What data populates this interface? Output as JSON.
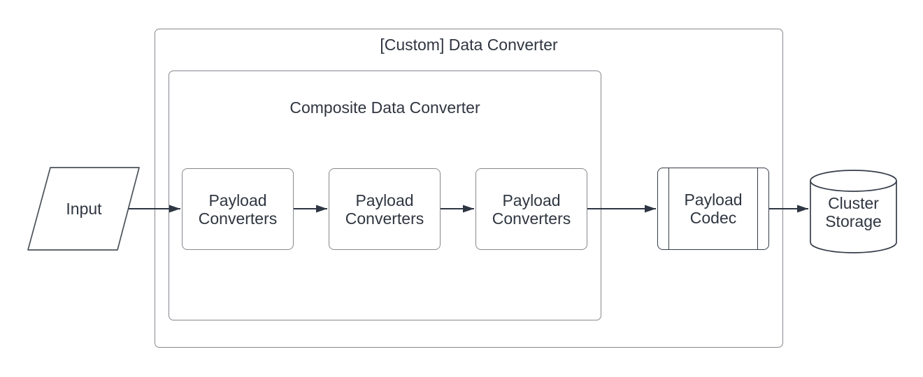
{
  "diagram": {
    "containers": [
      {
        "id": "custom-data-converter",
        "label": "[Custom] Data Converter"
      },
      {
        "id": "composite-data-converter",
        "label": "Composite Data Converter"
      }
    ],
    "nodes": [
      {
        "id": "input",
        "shape": "parallelogram",
        "label": "Input"
      },
      {
        "id": "payload-converters-1",
        "shape": "rounded-rect",
        "label": "Payload Converters"
      },
      {
        "id": "payload-converters-2",
        "shape": "rounded-rect",
        "label": "Payload Converters"
      },
      {
        "id": "payload-converters-3",
        "shape": "rounded-rect",
        "label": "Payload Converters"
      },
      {
        "id": "payload-codec",
        "shape": "process",
        "label": "Payload Codec"
      },
      {
        "id": "cluster-storage",
        "shape": "cylinder",
        "label": "Cluster Storage"
      }
    ],
    "edges": [
      {
        "from": "input",
        "to": "payload-converters-1"
      },
      {
        "from": "payload-converters-1",
        "to": "payload-converters-2"
      },
      {
        "from": "payload-converters-2",
        "to": "payload-converters-3"
      },
      {
        "from": "payload-converters-3",
        "to": "payload-codec"
      },
      {
        "from": "payload-codec",
        "to": "cluster-storage"
      }
    ],
    "colors": {
      "background": "#ffffff",
      "container_stroke": "#85888d",
      "node_stroke": "#85888d",
      "input_stroke": "#4c525b",
      "emphasis_stroke": "#363d49",
      "arrow": "#2e3643",
      "text": "#2f3640",
      "shape_fill": "#ffffff"
    }
  }
}
